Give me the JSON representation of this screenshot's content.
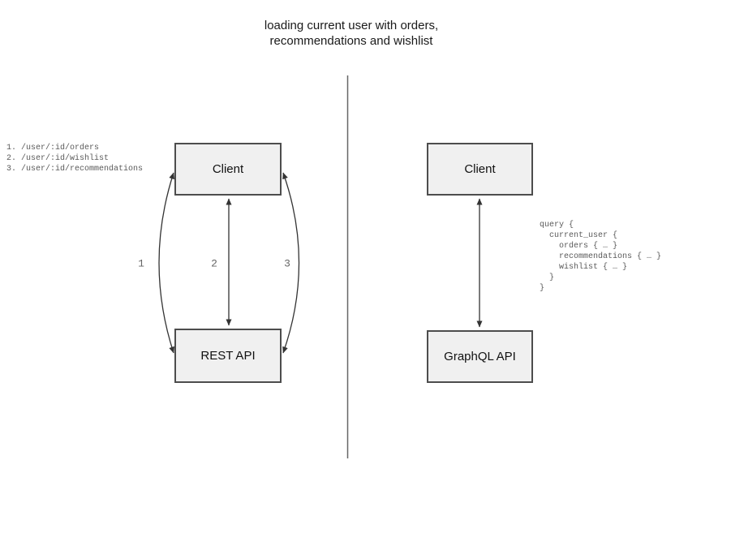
{
  "title": {
    "line1": "loading current user with orders,",
    "line2": "recommendations and wishlist"
  },
  "rest": {
    "client_label": "Client",
    "api_label": "REST API",
    "endpoints": [
      "1. /user/:id/orders",
      "2. /user/:id/wishlist",
      "3. /user/:id/recommendations"
    ],
    "arrow_labels": [
      "1",
      "2",
      "3"
    ]
  },
  "graphql": {
    "client_label": "Client",
    "api_label": "GraphQL API",
    "query_lines": [
      "query {",
      "  current_user {",
      "    orders { … }",
      "    recommendations { … }",
      "    wishlist { … }",
      "  }",
      "}"
    ]
  },
  "colors": {
    "box_fill": "#f0f0f0",
    "box_border": "#4d4d4d",
    "arrow": "#333333",
    "muted_text": "#5a5a5a",
    "divider": "#666666"
  }
}
